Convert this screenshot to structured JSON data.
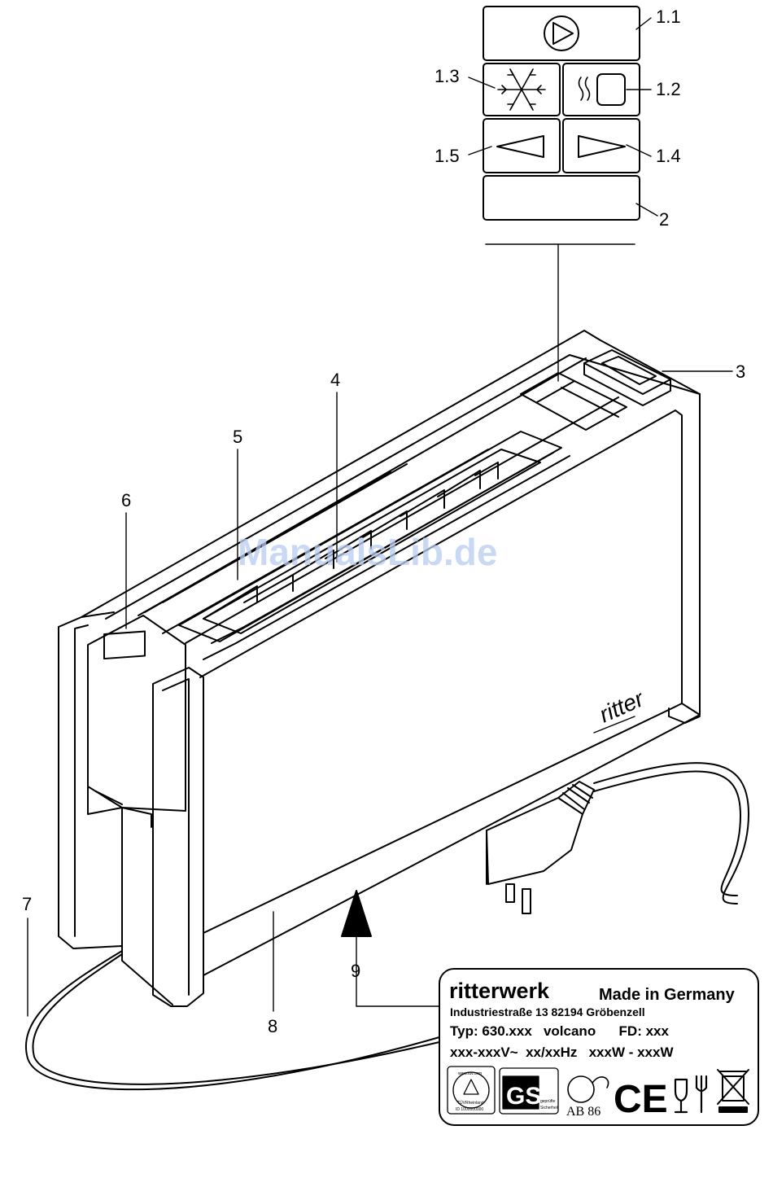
{
  "callouts": {
    "c1_1": "1.1",
    "c1_2": "1.2",
    "c1_3": "1.3",
    "c1_4": "1.4",
    "c1_5": "1.5",
    "c2": "2",
    "c3": "3",
    "c4": "4",
    "c5": "5",
    "c6": "6",
    "c7": "7",
    "c8": "8",
    "c9": "9"
  },
  "watermark": "ManualsLib.de",
  "appliance_brand": "ritter",
  "rating_plate": {
    "brand": "ritterwerk",
    "made_in": "Made in Germany",
    "address": "Industriestraße 13   82194 Gröbenzell",
    "type_line": "Typ: 630.xxx   volcano      FD: xxx",
    "rating_line": "xxx-xxxV~  xx/xxHz   xxxW - xxxW",
    "gs_text": "GS",
    "gs_sub1": "geprüfte",
    "gs_sub2": "Sicherheit",
    "pct_text": "AB 86",
    "ce_text": "CE",
    "tuv_ring": "www.tuv.com",
    "tuv_mid": "TÜVRheinland",
    "tuv_id": "ID 1000000000"
  },
  "icons": {
    "stop": "stop-circle-icon",
    "defrost": "snowflake-icon",
    "reheat": "reheat-icon",
    "increase": "increase-icon",
    "decrease": "decrease-icon"
  },
  "colors": {
    "line": "#000000",
    "watermark": "#b9cdf0",
    "background": "#ffffff"
  }
}
